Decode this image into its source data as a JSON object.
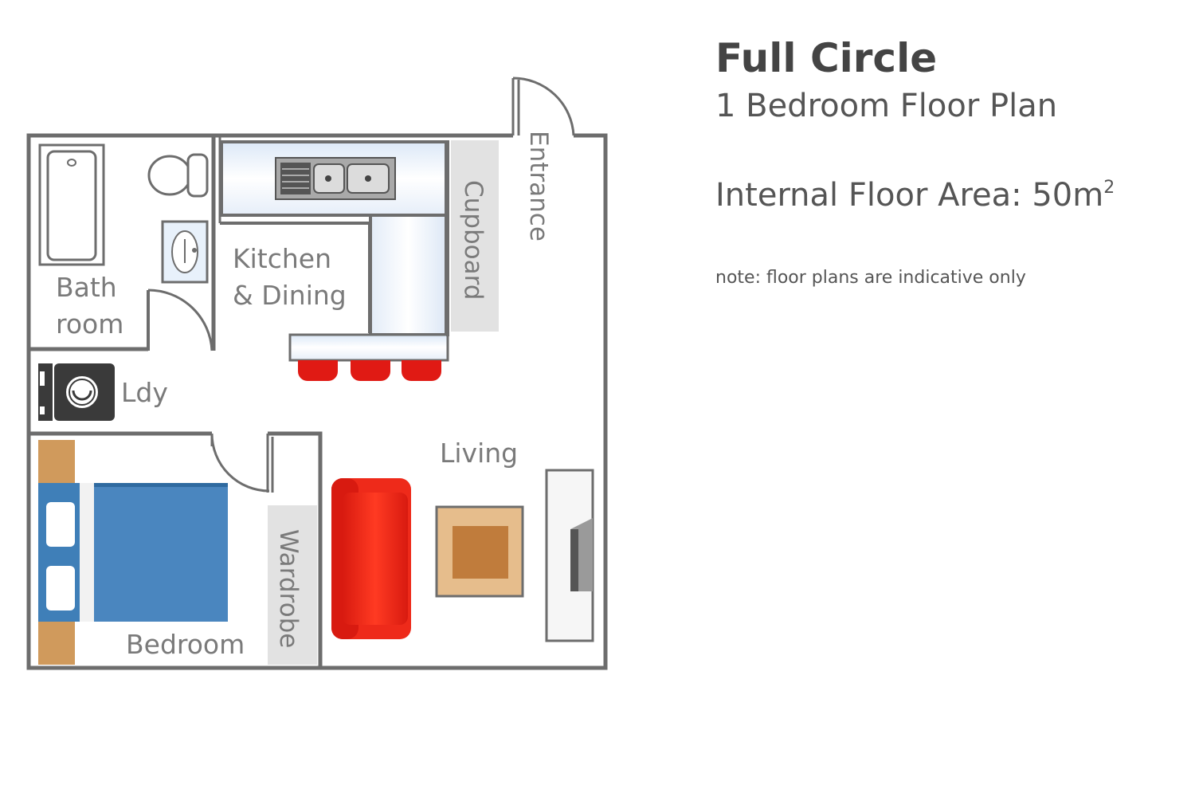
{
  "info": {
    "title": "Full Circle",
    "subtitle": "1 Bedroom Floor Plan",
    "area_label": "Internal Floor Area: 50m",
    "area_superscript": "2",
    "note": "note: floor plans are indicative only"
  },
  "rooms": {
    "bathroom_line1": "Bath",
    "bathroom_line2": "room",
    "kitchen_line1": "Kitchen",
    "kitchen_line2": "& Dining",
    "laundry": "Ldy",
    "living": "Living",
    "bedroom": "Bedroom",
    "cupboard": "Cupboard",
    "entrance": "Entrance",
    "wardrobe": "Wardrobe"
  },
  "colors": {
    "wall": "#6d6d6d",
    "bed": "#3f7fb8",
    "sofa": "#ee2a1a",
    "stool": "#e01a14",
    "wood": "#d09a5c",
    "storage": "#e2e2e2",
    "counter": "#e9f1fb"
  }
}
